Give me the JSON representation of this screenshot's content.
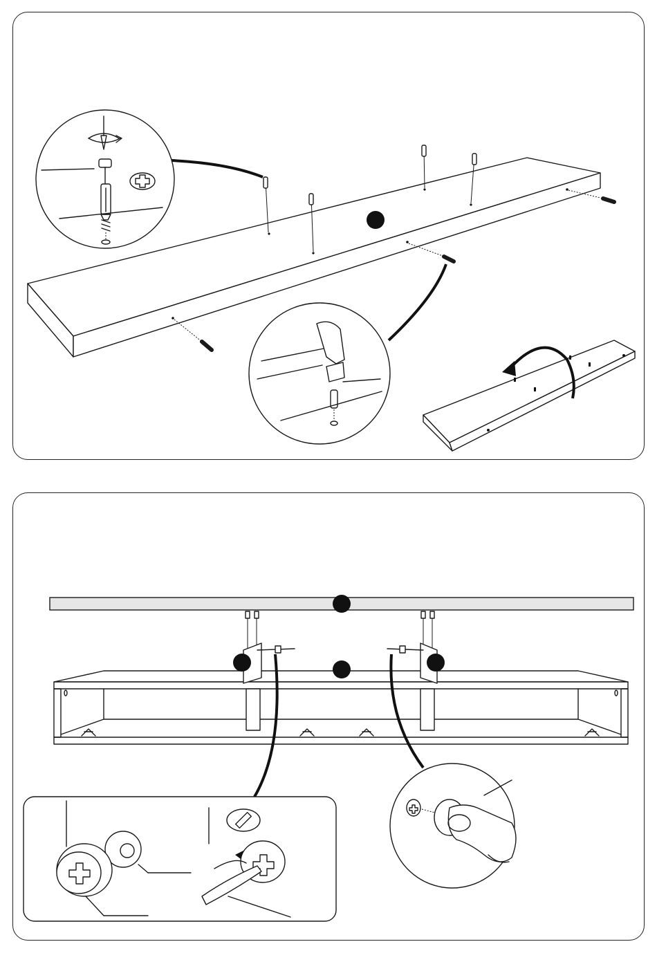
{
  "page": {
    "kind": "assembly-instruction-sheet"
  },
  "step1": {
    "callout_marker_count": 1,
    "parts": [
      "cam-bolt",
      "wooden-dowel",
      "shelf-board"
    ],
    "tools": [
      "phillips-screwdriver-icon",
      "hammer-icon"
    ],
    "action": "flip-board"
  },
  "step2": {
    "callout_marker_count": 4,
    "parts": [
      "top-board",
      "divider-panels",
      "cabinet-body",
      "cam-locks"
    ],
    "tools": [
      "phillips-icon",
      "flathead-icon"
    ]
  },
  "colors": {
    "ink": "#1a1a1a",
    "marker": "#111111",
    "top_board_fill": "#e6e6e6"
  }
}
